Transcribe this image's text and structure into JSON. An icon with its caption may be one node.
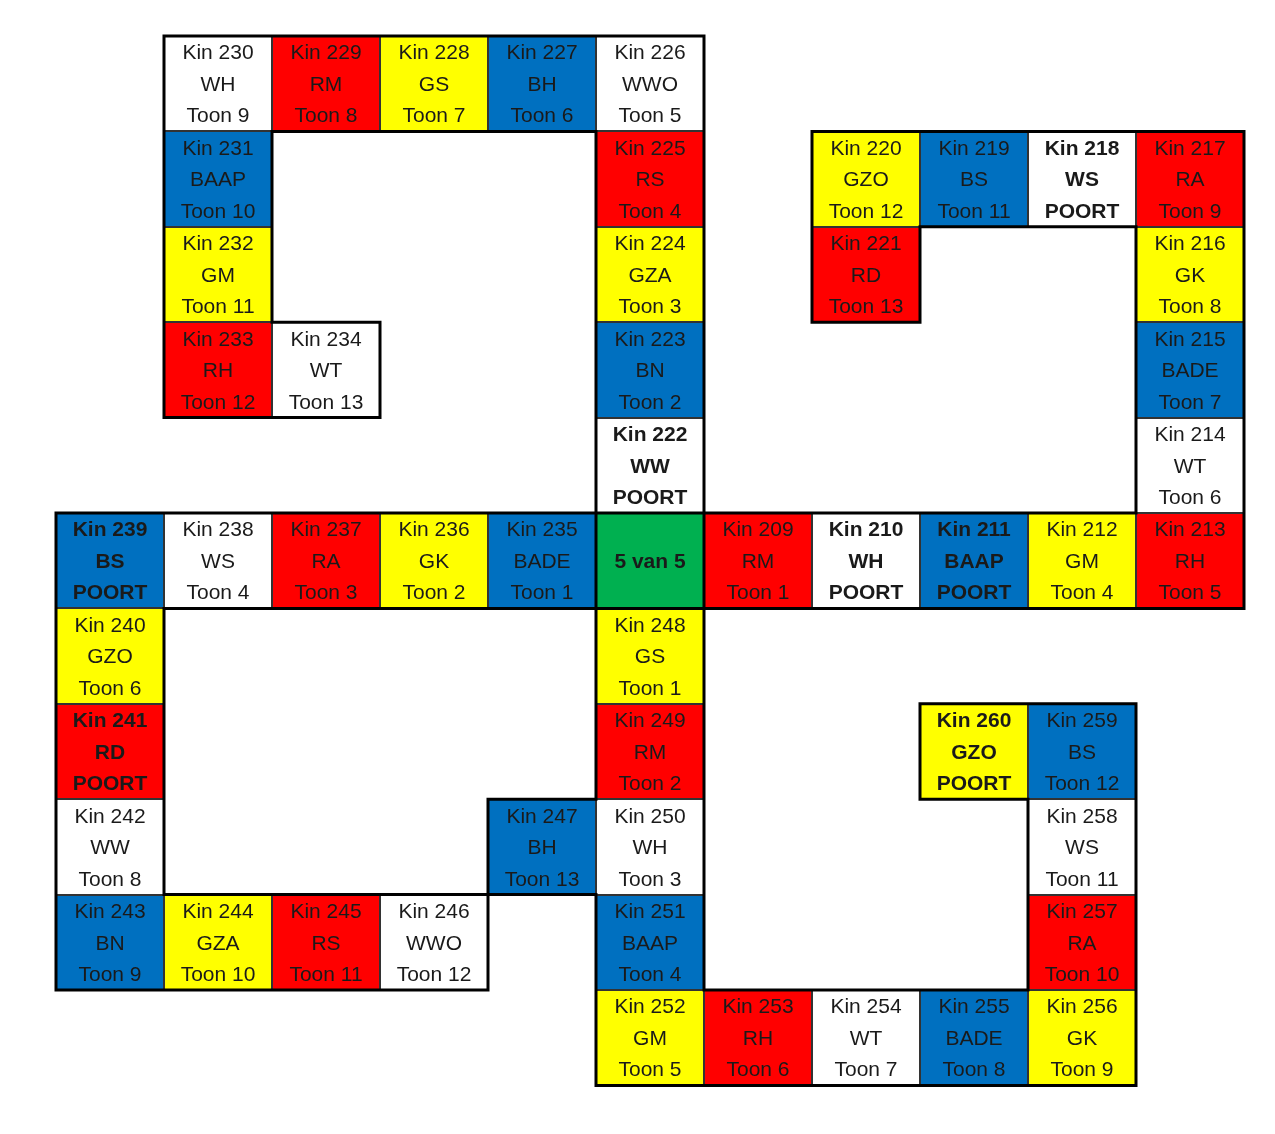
{
  "diagram": {
    "nodes": [
      {
        "text": [
          "Kin 230",
          "WH",
          "Toon 9"
        ]
      },
      {
        "text": [
          "Kin 229",
          "RM",
          "Toon 8"
        ]
      },
      {
        "text": [
          "Kin 228",
          "GS",
          "Toon 7"
        ]
      },
      {
        "text": [
          "Kin 227",
          "BH",
          "Toon 6"
        ]
      },
      {
        "text": [
          "Kin 226",
          "WWO",
          "Toon 5"
        ]
      },
      {
        "text": [
          "Kin 231",
          "BAAP",
          "Toon 10"
        ]
      },
      {
        "text": [
          "Kin 225",
          "RS",
          "Toon 4"
        ]
      },
      {
        "text": [
          "Kin 220",
          "GZO",
          "Toon 12"
        ]
      },
      {
        "text": [
          "Kin 219",
          "BS",
          "Toon 11"
        ]
      },
      {
        "text": [
          "Kin 218",
          "WS",
          "POORT"
        ]
      },
      {
        "text": [
          "Kin 217",
          "RA",
          "Toon 9"
        ]
      },
      {
        "text": [
          "Kin 232",
          "GM",
          "Toon 11"
        ]
      },
      {
        "text": [
          "Kin 224",
          "GZA",
          "Toon 3"
        ]
      },
      {
        "text": [
          "Kin 221",
          "RD",
          "Toon 13"
        ]
      },
      {
        "text": [
          "Kin 216",
          "GK",
          "Toon 8"
        ]
      },
      {
        "text": [
          "Kin 233",
          "RH",
          "Toon 12"
        ]
      },
      {
        "text": [
          "Kin 234",
          "WT",
          "Toon 13"
        ]
      },
      {
        "text": [
          "Kin 223",
          "BN",
          "Toon 2"
        ]
      },
      {
        "text": [
          "Kin 215",
          "BADE",
          "Toon 7"
        ]
      },
      {
        "text": [
          "Kin 222",
          "WW",
          "POORT"
        ]
      },
      {
        "text": [
          "Kin 214",
          "WT",
          "Toon 6"
        ]
      },
      {
        "text": [
          "Kin 239",
          "BS",
          "POORT"
        ]
      },
      {
        "text": [
          "Kin 238",
          "WS",
          "Toon 4"
        ]
      },
      {
        "text": [
          "Kin 237",
          "RA",
          "Toon 3"
        ]
      },
      {
        "text": [
          "Kin 236",
          "GK",
          "Toon 2"
        ]
      },
      {
        "text": [
          "Kin 235",
          "BADE",
          "Toon 1"
        ]
      },
      {
        "text": [
          "5 van 5"
        ]
      },
      {
        "text": [
          "Kin 209",
          "RM",
          "Toon 1"
        ]
      },
      {
        "text": [
          "Kin 210",
          "WH",
          "POORT"
        ]
      },
      {
        "text": [
          "Kin 211",
          "BAAP",
          "POORT"
        ]
      },
      {
        "text": [
          "Kin 212",
          "GM",
          "Toon 4"
        ]
      },
      {
        "text": [
          "Kin 213",
          "RH",
          "Toon 5"
        ]
      },
      {
        "text": [
          "Kin 240",
          "GZO",
          "Toon 6"
        ]
      },
      {
        "text": [
          "Kin 248",
          "GS",
          "Toon 1"
        ]
      },
      {
        "text": [
          "Kin 241",
          "RD",
          "POORT"
        ]
      },
      {
        "text": [
          "Kin 249",
          "RM",
          "Toon 2"
        ]
      },
      {
        "text": [
          "Kin 260",
          "GZO",
          "POORT"
        ]
      },
      {
        "text": [
          "Kin 259",
          "BS",
          "Toon 12"
        ]
      },
      {
        "text": [
          "Kin 242",
          "WW",
          "Toon 8"
        ]
      },
      {
        "text": [
          "Kin 247",
          "BH",
          "Toon 13"
        ]
      },
      {
        "text": [
          "Kin 250",
          "WH",
          "Toon 3"
        ]
      },
      {
        "text": [
          "Kin 258",
          "WS",
          "Toon 11"
        ]
      },
      {
        "text": [
          "Kin 243",
          "BN",
          "Toon 9"
        ]
      },
      {
        "text": [
          "Kin 244",
          "GZA",
          "Toon 10"
        ]
      },
      {
        "text": [
          "Kin 245",
          "RS",
          "Toon 11"
        ]
      },
      {
        "text": [
          "Kin 246",
          "WWO",
          "Toon 12"
        ]
      },
      {
        "text": [
          "Kin 251",
          "BAAP",
          "Toon 4"
        ]
      },
      {
        "text": [
          "Kin 257",
          "RA",
          "Toon 10"
        ]
      },
      {
        "text": [
          "Kin 252",
          "GM",
          "Toon 5"
        ]
      },
      {
        "text": [
          "Kin 253",
          "RH",
          "Toon 6"
        ]
      },
      {
        "text": [
          "Kin 254",
          "WT",
          "Toon 7"
        ]
      },
      {
        "text": [
          "Kin 255",
          "BADE",
          "Toon 8"
        ]
      },
      {
        "text": [
          "Kin 256",
          "GK",
          "Toon 9"
        ]
      }
    ]
  }
}
